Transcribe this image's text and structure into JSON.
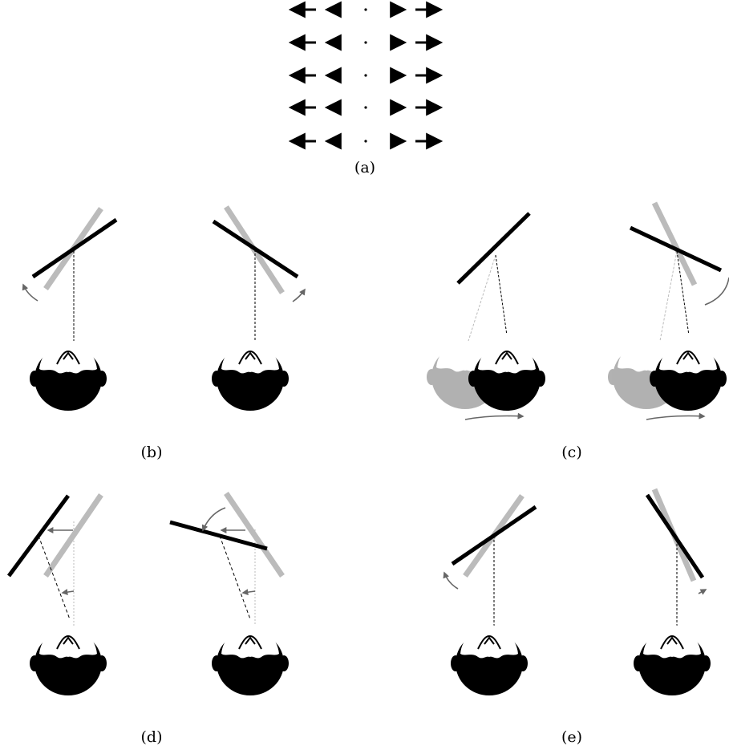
{
  "captions": {
    "a": "(a)",
    "b": "(b)",
    "c": "(c)",
    "d": "(d)",
    "e": "(e)"
  },
  "colors": {
    "black": "#000000",
    "ghost": "#b8b8b8",
    "arrow": "#666666",
    "white": "#ffffff"
  }
}
